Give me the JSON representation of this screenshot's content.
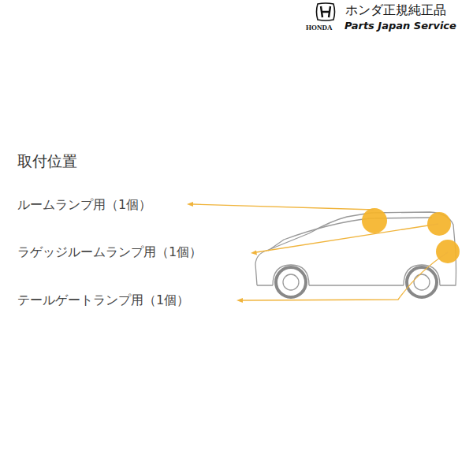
{
  "diagram": {
    "title": "取付位置",
    "labels": [
      "ホンダ正規純正品",
      "HONDA",
      "Parts Japan Service",
      "ルームランプ用（1個）",
      "ラゲッジルームランプ用（1個）",
      "テールゲートランプ用（1個）"
    ]
  }
}
